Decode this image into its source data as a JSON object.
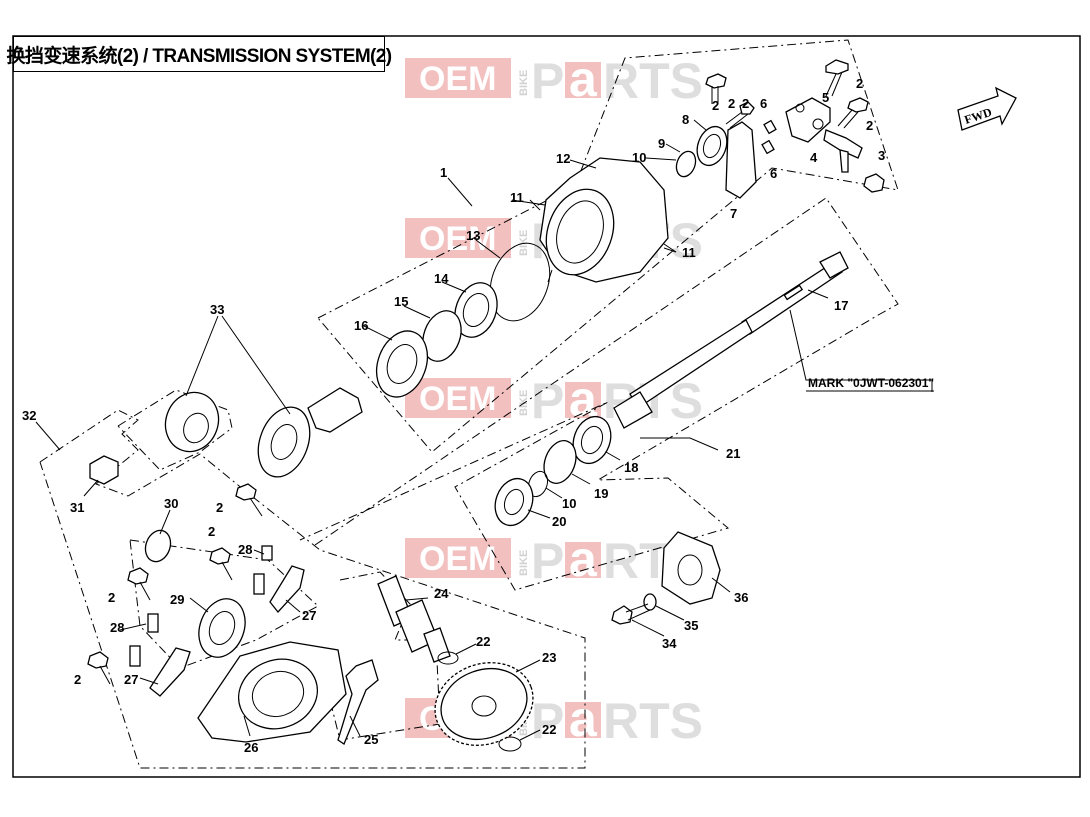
{
  "title": "换挡变速系统(2) / TRANSMISSION SYSTEM(2)",
  "fwd_label": "FWD",
  "mark_label": "MARK \"0JWT-062301\"",
  "watermark": {
    "oem": "OEM",
    "bike": "BIKE",
    "parts_p": "P",
    "parts_a": "a",
    "parts_rts": "RTS",
    "color": "#f2b6b6"
  },
  "callouts": [
    {
      "id": "c1",
      "label": "1"
    },
    {
      "id": "c2a",
      "label": "2"
    },
    {
      "id": "c2b",
      "label": "2"
    },
    {
      "id": "c2c",
      "label": "2"
    },
    {
      "id": "c2d",
      "label": "2"
    },
    {
      "id": "c2e",
      "label": "2"
    },
    {
      "id": "c3",
      "label": "3"
    },
    {
      "id": "c4",
      "label": "4"
    },
    {
      "id": "c5",
      "label": "5"
    },
    {
      "id": "c6a",
      "label": "6"
    },
    {
      "id": "c6b",
      "label": "6"
    },
    {
      "id": "c7",
      "label": "7"
    },
    {
      "id": "c8",
      "label": "8"
    },
    {
      "id": "c9",
      "label": "9"
    },
    {
      "id": "c10a",
      "label": "10"
    },
    {
      "id": "c11a",
      "label": "11"
    },
    {
      "id": "c11b",
      "label": "11"
    },
    {
      "id": "c12",
      "label": "12"
    },
    {
      "id": "c13",
      "label": "13"
    },
    {
      "id": "c14",
      "label": "14"
    },
    {
      "id": "c15",
      "label": "15"
    },
    {
      "id": "c16",
      "label": "16"
    },
    {
      "id": "c17",
      "label": "17"
    },
    {
      "id": "c18",
      "label": "18"
    },
    {
      "id": "c19",
      "label": "19"
    },
    {
      "id": "c10b",
      "label": "10"
    },
    {
      "id": "c20",
      "label": "20"
    },
    {
      "id": "c21",
      "label": "21"
    },
    {
      "id": "c33",
      "label": "33"
    },
    {
      "id": "c32",
      "label": "32"
    },
    {
      "id": "c31",
      "label": "31"
    },
    {
      "id": "c30",
      "label": "30"
    },
    {
      "id": "c2f",
      "label": "2"
    },
    {
      "id": "c2g",
      "label": "2"
    },
    {
      "id": "c28a",
      "label": "28"
    },
    {
      "id": "c2h",
      "label": "2"
    },
    {
      "id": "c29",
      "label": "29"
    },
    {
      "id": "c27a",
      "label": "27"
    },
    {
      "id": "c28b",
      "label": "28"
    },
    {
      "id": "c2i",
      "label": "2"
    },
    {
      "id": "c27b",
      "label": "27"
    },
    {
      "id": "c26",
      "label": "26"
    },
    {
      "id": "c25",
      "label": "25"
    },
    {
      "id": "c24",
      "label": "24"
    },
    {
      "id": "c22a",
      "label": "22"
    },
    {
      "id": "c23",
      "label": "23"
    },
    {
      "id": "c22b",
      "label": "22"
    },
    {
      "id": "c36",
      "label": "36"
    },
    {
      "id": "c35",
      "label": "35"
    },
    {
      "id": "c34",
      "label": "34"
    }
  ]
}
